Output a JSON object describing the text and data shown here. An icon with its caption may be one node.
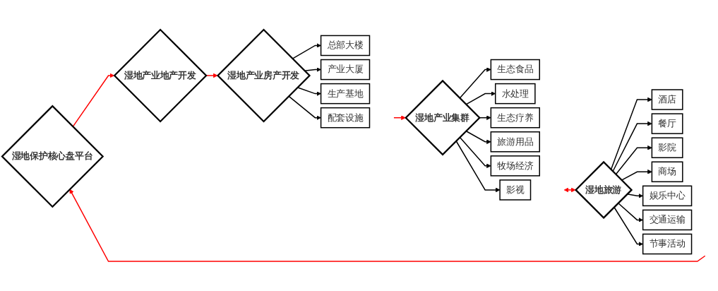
{
  "diagram": {
    "nodes": [
      {
        "text": [
          "湿地保护核心盘平台"
        ]
      },
      {
        "text": [
          "湿地产业地产开发"
        ]
      },
      {
        "text": [
          "湿地产业房产开发"
        ]
      },
      {
        "text": [
          "总部大楼"
        ]
      },
      {
        "text": [
          "产业大厦"
        ]
      },
      {
        "text": [
          "生产基地"
        ]
      },
      {
        "text": [
          "配套设施"
        ]
      },
      {
        "text": [
          "湿地产业集群"
        ]
      },
      {
        "text": [
          "生态食品"
        ]
      },
      {
        "text": [
          "水处理"
        ]
      },
      {
        "text": [
          "生态疗养"
        ]
      },
      {
        "text": [
          "旅游用品"
        ]
      },
      {
        "text": [
          "牧场经济"
        ]
      },
      {
        "text": [
          "影视"
        ]
      },
      {
        "text": [
          "湿地旅游"
        ]
      },
      {
        "text": [
          "酒店"
        ]
      },
      {
        "text": [
          "餐厅"
        ]
      },
      {
        "text": [
          "影院"
        ]
      },
      {
        "text": [
          "商场"
        ]
      },
      {
        "text": [
          "娱乐中心"
        ]
      },
      {
        "text": [
          "交通运输"
        ]
      },
      {
        "text": [
          "节事活动"
        ]
      }
    ],
    "edges": [
      {
        "from": 0,
        "to": 1,
        "arrow": "to",
        "color": "#ff0000"
      },
      {
        "from": 1,
        "to": 2,
        "arrow": "to",
        "color": "#ff0000"
      },
      {
        "from": 2,
        "to": 3,
        "arrow": "to"
      },
      {
        "from": 2,
        "to": 4,
        "arrow": "to"
      },
      {
        "from": 2,
        "to": 5,
        "arrow": "to"
      },
      {
        "from": 2,
        "to": 6,
        "arrow": "to"
      },
      {
        "from": null,
        "to": 7,
        "arrow": "to",
        "color": "#ff0000"
      },
      {
        "from": 7,
        "to": 8,
        "arrow": "to"
      },
      {
        "from": 7,
        "to": 9,
        "arrow": "to"
      },
      {
        "from": 7,
        "to": 10,
        "arrow": "to"
      },
      {
        "from": 7,
        "to": 11,
        "arrow": "to"
      },
      {
        "from": 7,
        "to": 12,
        "arrow": "to"
      },
      {
        "from": 7,
        "to": 13,
        "arrow": "to"
      },
      {
        "from": null,
        "to": 14,
        "arrow": "both",
        "color": "#ff0000"
      },
      {
        "from": 14,
        "to": 15,
        "arrow": "to"
      },
      {
        "from": 14,
        "to": 16,
        "arrow": "to"
      },
      {
        "from": 14,
        "to": 17,
        "arrow": "to"
      },
      {
        "from": 14,
        "to": 18,
        "arrow": "to"
      },
      {
        "from": 14,
        "to": 19,
        "arrow": "to"
      },
      {
        "from": 14,
        "to": 20,
        "arrow": "to"
      },
      {
        "from": 14,
        "to": 21,
        "arrow": "to"
      },
      {
        "from": null,
        "to": 0,
        "arrow": "to",
        "color": "#ff0000"
      }
    ]
  }
}
